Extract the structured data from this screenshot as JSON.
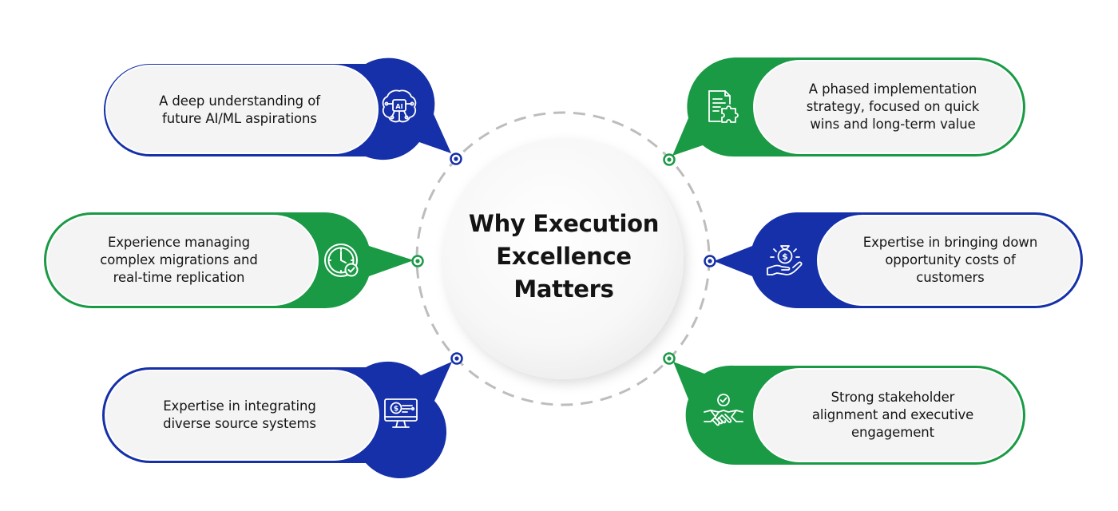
{
  "center": {
    "title_lines": [
      "Why Execution",
      "Excellence",
      "Matters"
    ]
  },
  "colors": {
    "blue": "#1530a8",
    "green": "#1a9a45",
    "pill_fill": "#f4f4f4",
    "dash": "#bdbdbd"
  },
  "items": [
    {
      "id": "ai-ml",
      "color": "blue",
      "icon": "ai-brain-icon",
      "lines": [
        "A deep understanding of",
        "future AI/ML aspirations"
      ]
    },
    {
      "id": "migrations",
      "color": "green",
      "icon": "clock-check-icon",
      "lines": [
        "Experience managing",
        "complex migrations and",
        "real-time replication"
      ]
    },
    {
      "id": "integration",
      "color": "blue",
      "icon": "monitor-dollar-icon",
      "lines": [
        "Expertise in integrating",
        "diverse source systems"
      ]
    },
    {
      "id": "phased",
      "color": "green",
      "icon": "document-puzzle-icon",
      "lines": [
        "A phased implementation",
        "strategy, focused on quick",
        "wins and long-term value"
      ]
    },
    {
      "id": "opportunity",
      "color": "blue",
      "icon": "hand-money-icon",
      "lines": [
        "Expertise in bringing down",
        "opportunity costs of",
        "customers"
      ]
    },
    {
      "id": "stakeholder",
      "color": "green",
      "icon": "handshake-check-icon",
      "lines": [
        "Strong stakeholder",
        "alignment and executive",
        "engagement"
      ]
    }
  ]
}
